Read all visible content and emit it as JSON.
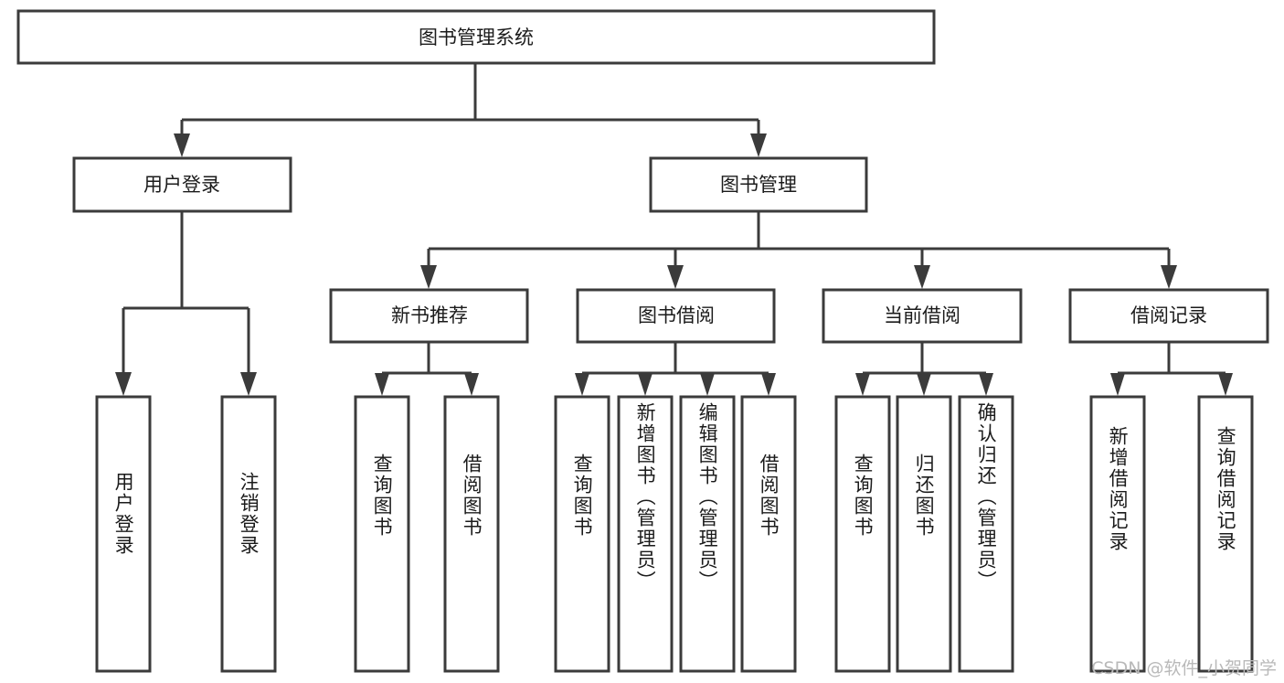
{
  "diagram": {
    "title": "图书管理系统",
    "type": "hierarchy-tree",
    "stroke_color": "#3b3b3b",
    "fill_color": "#ffffff",
    "text_color": "#1b1b1b",
    "levels": {
      "root": "图书管理系统",
      "level2": [
        "用户登录",
        "图书管理"
      ],
      "level3": [
        "新书推荐",
        "图书借阅",
        "当前借阅",
        "借阅记录"
      ]
    },
    "nodes": {
      "root": {
        "label": "图书管理系统"
      },
      "user_login": {
        "label": "用户登录"
      },
      "book_manage": {
        "label": "图书管理"
      },
      "new_book_rec": {
        "label": "新书推荐"
      },
      "book_borrow": {
        "label": "图书借阅"
      },
      "current_borrow": {
        "label": "当前借阅"
      },
      "borrow_record": {
        "label": "借阅记录"
      }
    },
    "leaves": {
      "user_login_1": {
        "label": "用户登录"
      },
      "user_login_2": {
        "label": "注销登录"
      },
      "new_book_rec_1": {
        "label": "查询图书"
      },
      "new_book_rec_2": {
        "label": "借阅图书"
      },
      "book_borrow_1": {
        "label": "查询图书"
      },
      "book_borrow_2": {
        "label": "新增图书（管理员）"
      },
      "book_borrow_3": {
        "label": "编辑图书（管理员）"
      },
      "book_borrow_4": {
        "label": "借阅图书"
      },
      "current_borrow_1": {
        "label": "查询图书"
      },
      "current_borrow_2": {
        "label": "归还图书"
      },
      "current_borrow_3": {
        "label": "确认归还（管理员）"
      },
      "borrow_record_1": {
        "label": "新增借阅记录"
      },
      "borrow_record_2": {
        "label": "查询借阅记录"
      }
    },
    "edges": [
      {
        "from": "root",
        "to": "用户登录"
      },
      {
        "from": "root",
        "to": "图书管理"
      },
      {
        "from": "用户登录",
        "to": "用户登录"
      },
      {
        "from": "用户登录",
        "to": "注销登录"
      },
      {
        "from": "图书管理",
        "to": "新书推荐"
      },
      {
        "from": "图书管理",
        "to": "图书借阅"
      },
      {
        "from": "图书管理",
        "to": "当前借阅"
      },
      {
        "from": "图书管理",
        "to": "借阅记录"
      },
      {
        "from": "新书推荐",
        "to": "查询图书"
      },
      {
        "from": "新书推荐",
        "to": "借阅图书"
      },
      {
        "from": "图书借阅",
        "to": "查询图书"
      },
      {
        "from": "图书借阅",
        "to": "新增图书（管理员）"
      },
      {
        "from": "图书借阅",
        "to": "编辑图书（管理员）"
      },
      {
        "from": "图书借阅",
        "to": "借阅图书"
      },
      {
        "from": "当前借阅",
        "to": "查询图书"
      },
      {
        "from": "当前借阅",
        "to": "归还图书"
      },
      {
        "from": "当前借阅",
        "to": "确认归还（管理员）"
      },
      {
        "from": "借阅记录",
        "to": "新增借阅记录"
      },
      {
        "from": "借阅记录",
        "to": "查询借阅记录"
      }
    ]
  },
  "watermark": {
    "text": "CSDN @软件_小贺同学"
  }
}
